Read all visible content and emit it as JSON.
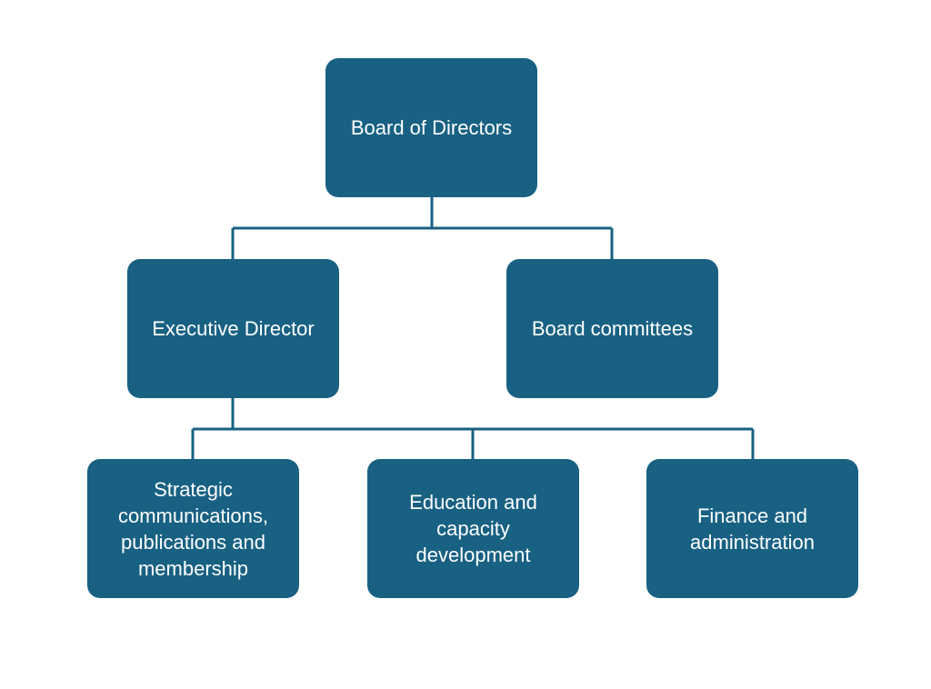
{
  "colors": {
    "node_fill": "#186183",
    "node_text": "#ffffff",
    "connector": "#186183",
    "background": "#ffffff"
  },
  "nodes": {
    "board": {
      "label": "Board of Directors"
    },
    "executive": {
      "label": "Executive Director"
    },
    "committees": {
      "label": "Board committees"
    },
    "strategic": {
      "label": "Strategic communications, publications and membership"
    },
    "education": {
      "label": "Education and capacity development"
    },
    "finance": {
      "label": "Finance and administration"
    }
  },
  "hierarchy": [
    {
      "parent": "board",
      "children": [
        "executive",
        "committees"
      ]
    },
    {
      "parent": "executive",
      "children": [
        "strategic",
        "education",
        "finance"
      ]
    }
  ]
}
